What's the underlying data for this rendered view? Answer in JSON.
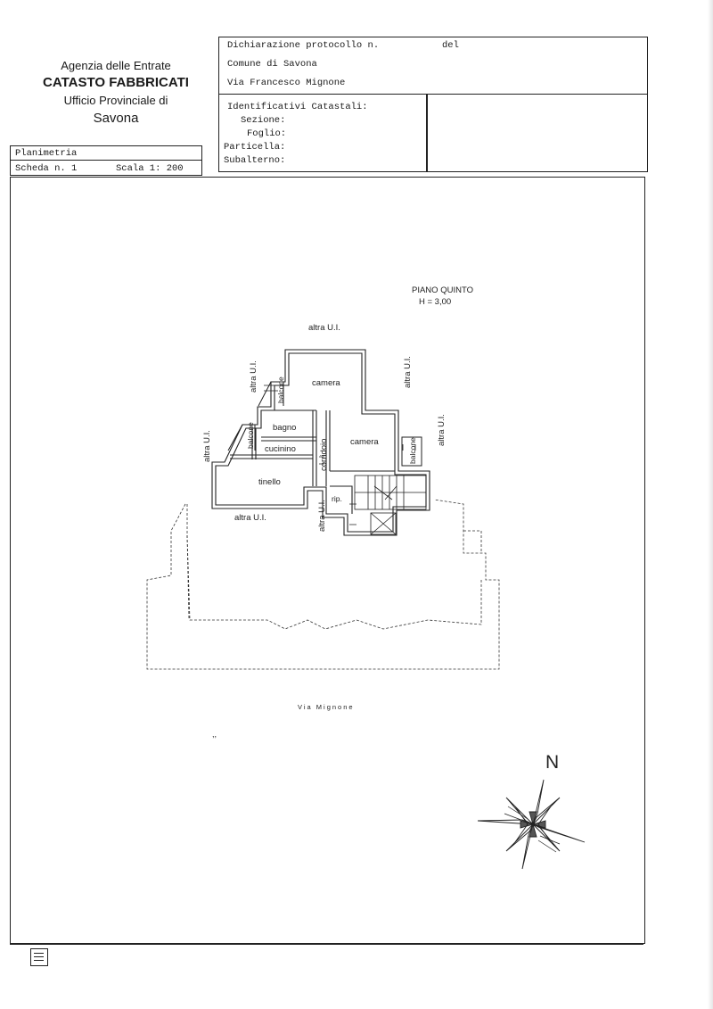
{
  "agency": {
    "line1": "Agenzia delle Entrate",
    "line2": "CATASTO FABBRICATI",
    "line3": "Ufficio Provinciale di",
    "line4": "Savona"
  },
  "declaration": {
    "protocol_label": "Dichiarazione protocollo n.",
    "del_label": "del",
    "comune": "Comune di Savona",
    "address": "Via Francesco Mignone"
  },
  "identifiers": {
    "title": "Identificativi Catastali:",
    "sezione": "Sezione:",
    "foglio": "Foglio:",
    "particella": "Particella:",
    "subalterno": "Subalterno:"
  },
  "sheet": {
    "type": "Planimetria",
    "scheda": "Scheda n. 1",
    "scala": "Scala 1: 200"
  },
  "plan": {
    "floor": "PIANO QUINTO",
    "height": "H = 3,00",
    "street": "Via Mignone",
    "north": "N",
    "rooms": {
      "camera1": "camera",
      "camera2": "camera",
      "bagno": "bagno",
      "cucinino": "cucinino",
      "tinello": "tinello",
      "corridoio": "corridoio",
      "rip": "rip.",
      "balcone1": "balcone",
      "balcone2": "balcone",
      "balcone3": "balcone"
    },
    "neighbors": {
      "top": "altra U.I.",
      "upper_left": "altra U.I.",
      "upper_right": "altra U.I.",
      "left": "altra U.I.",
      "right": "altra U.I.",
      "bottom": "altra U.I.",
      "center": "altra U.I."
    }
  },
  "footer": {
    "icon": "document-lines-icon"
  }
}
